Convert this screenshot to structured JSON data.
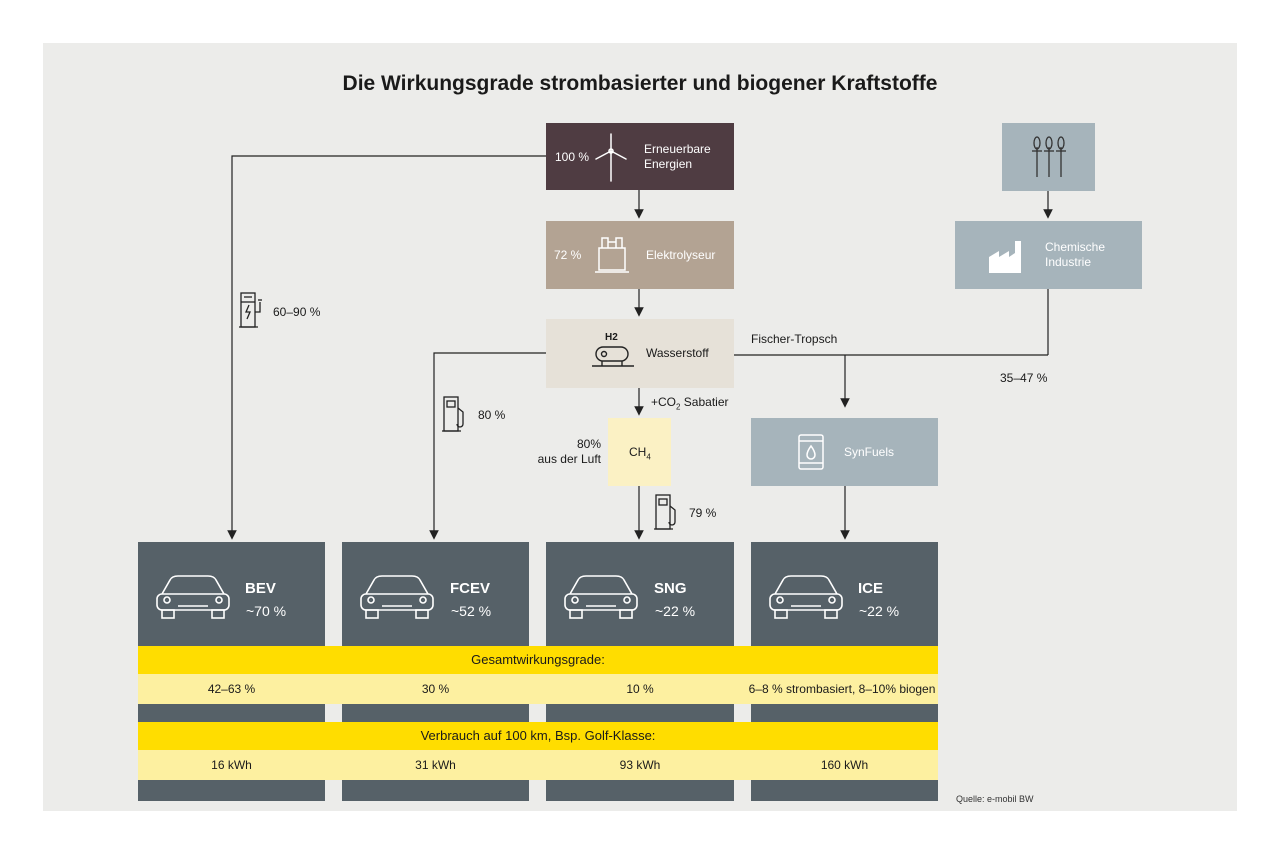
{
  "title": "Die Wirkungsgrade strombasierter und biogener Kraftstoffe",
  "renewable": {
    "pct": "100 %",
    "label_line1": "Erneuerbare",
    "label_line2": "Energien",
    "color": "#4f3c42"
  },
  "electrolyser": {
    "pct": "72 %",
    "label": "Elektrolyseur",
    "color": "#b3a393"
  },
  "hydrogen": {
    "badge": "H2",
    "label": "Wasserstoff",
    "color": "#e6e1d8"
  },
  "chem_industry": {
    "label_line1": "Chemische",
    "label_line2": "Industrie",
    "color": "#a6b4bb"
  },
  "wheat": {
    "icon": "wheat-icon"
  },
  "methane": {
    "formula": "CH",
    "sub": "4",
    "color": "#fbf1c4"
  },
  "synfuels": {
    "label": "SynFuels",
    "color": "#a6b4bb"
  },
  "labels": {
    "charger_pct": "60–90 %",
    "fischer": "Fischer-Tropsch",
    "fischer_pct": "35–47 %",
    "h2_pump_pct": "80 %",
    "sabatier_prefix": "+CO",
    "sabatier_sub": "2",
    "sabatier_suffix": " Sabatier",
    "air_pct": "80%",
    "air_text": "aus der Luft",
    "cng_pump_pct": "79 %"
  },
  "cars": [
    {
      "name": "BEV",
      "pct": "~70 %"
    },
    {
      "name": "FCEV",
      "pct": "~52 %"
    },
    {
      "name": "SNG",
      "pct": "~22 %"
    },
    {
      "name": "ICE",
      "pct": "~22 %"
    }
  ],
  "overall": {
    "header": "Gesamtwirkungsgrade:",
    "values": [
      "42–63 %",
      "30 %",
      "10 %",
      "6–8 % strombasiert, 8–10% biogen"
    ]
  },
  "consumption": {
    "header": "Verbrauch auf 100 km, Bsp. Golf-Klasse:",
    "values": [
      "16 kWh",
      "31 kWh",
      "93 kWh",
      "160 kWh"
    ]
  },
  "source": "Quelle: e-mobil BW",
  "colors": {
    "car_box": "#566168",
    "band_yellow": "#ffdd00",
    "band_light": "#fdf0a0",
    "panel": "#ececea"
  }
}
